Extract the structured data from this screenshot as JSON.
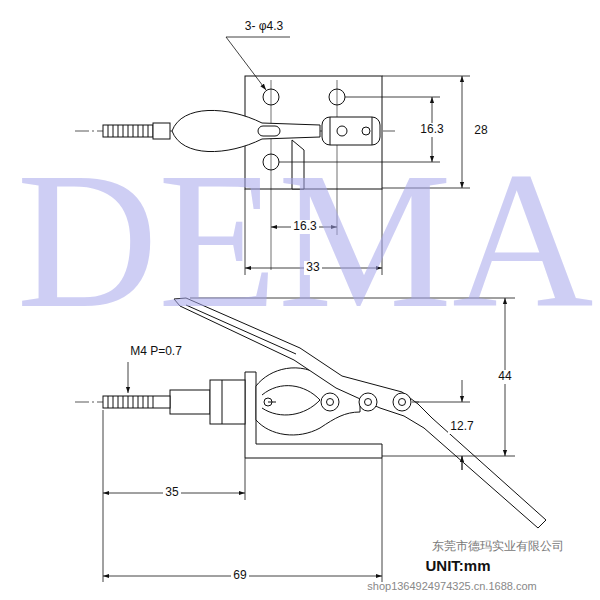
{
  "diagram": {
    "labels": [
      "DEMA",
      "3- φ4.3",
      "16.3",
      "28",
      "16.3",
      "33",
      "M4 P=0.7",
      "44",
      "12.7",
      "35",
      "69",
      "东莞市德玛实业有限公司",
      "shop1364924974325.cn.1688.com",
      "UNIT:mm"
    ]
  }
}
